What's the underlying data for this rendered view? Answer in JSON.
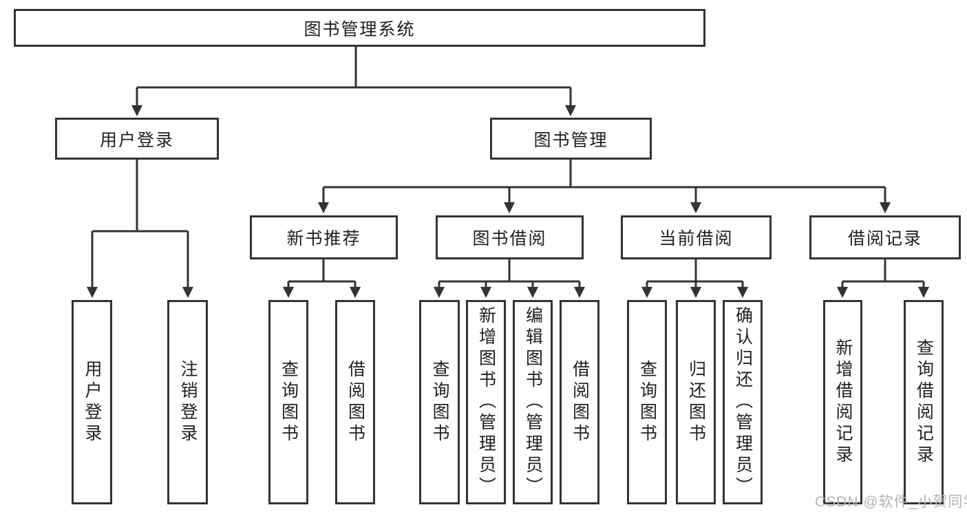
{
  "diagram": {
    "root": {
      "label": "图书管理系统"
    },
    "children": [
      {
        "label": "用户登录",
        "children": [
          {
            "label": "用户登录"
          },
          {
            "label": "注销登录"
          }
        ]
      },
      {
        "label": "图书管理",
        "children": [
          {
            "label": "新书推荐",
            "children": [
              {
                "label": "查询图书"
              },
              {
                "label": "借阅图书"
              }
            ]
          },
          {
            "label": "图书借阅",
            "children": [
              {
                "label": "查询图书"
              },
              {
                "label": "新增图书（管理员）"
              },
              {
                "label": "编辑图书（管理员）"
              },
              {
                "label": "借阅图书"
              }
            ]
          },
          {
            "label": "当前借阅",
            "children": [
              {
                "label": "查询图书"
              },
              {
                "label": "归还图书"
              },
              {
                "label": "确认归还（管理员）"
              }
            ]
          },
          {
            "label": "借阅记录",
            "children": [
              {
                "label": "新增借阅记录"
              },
              {
                "label": "查询借阅记录"
              }
            ]
          }
        ]
      }
    ]
  },
  "watermark": {
    "text": "CSDN @软件_小贺同学"
  },
  "colors": {
    "background": "#ffffff",
    "box_border": "#333333",
    "box_fill": "#ffffff",
    "line": "#333333",
    "text": "#1f1f1f",
    "watermark": "#b3b3b3"
  }
}
